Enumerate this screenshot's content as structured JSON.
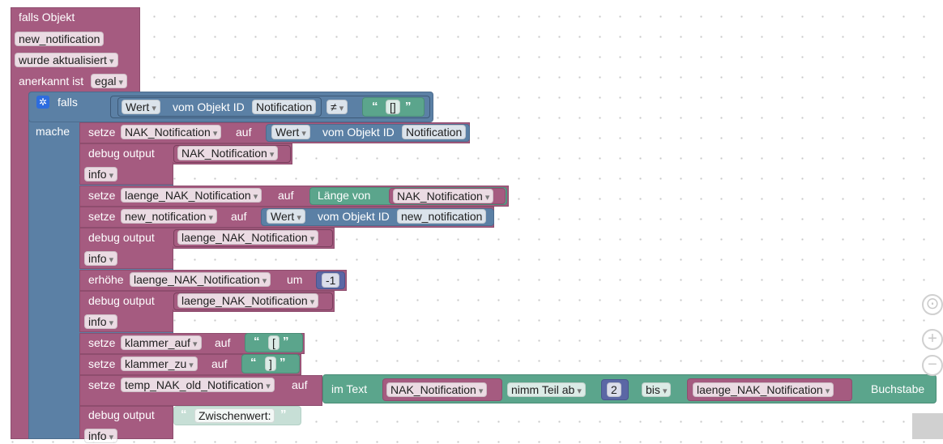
{
  "trigger": {
    "label": "falls Objekt",
    "object_id": "new_notification",
    "condition": "wurde aktualisiert",
    "ack_label": "anerkannt ist",
    "ack_value": "egal"
  },
  "if_block": {
    "label": "falls",
    "do_label": "mache",
    "cond_attr": "Wert",
    "cond_from": "vom Objekt ID",
    "cond_object": "Notification",
    "operator": "≠",
    "compare_text": "[]"
  },
  "statements": [
    {
      "keyword": "setze",
      "variable": "NAK_Notification",
      "to": "auf",
      "attr": "Wert",
      "from": "vom Objekt ID",
      "object": "Notification"
    },
    {
      "keyword": "debug output",
      "variable": "NAK_Notification",
      "level": "info"
    },
    {
      "keyword": "setze",
      "variable": "laenge_NAK_Notification",
      "to": "auf",
      "func": "Länge von",
      "arg": "NAK_Notification"
    },
    {
      "keyword": "setze",
      "variable": "new_notification",
      "to": "auf",
      "attr": "Wert",
      "from": "vom Objekt ID",
      "object": "new_notification"
    },
    {
      "keyword": "debug output",
      "variable": "laenge_NAK_Notification",
      "level": "info"
    },
    {
      "keyword": "erhöhe",
      "variable": "laenge_NAK_Notification",
      "by": "um",
      "value": "-1"
    },
    {
      "keyword": "debug output",
      "variable": "laenge_NAK_Notification",
      "level": "info"
    },
    {
      "keyword": "setze",
      "variable": "klammer_auf",
      "to": "auf",
      "text": "["
    },
    {
      "keyword": "setze",
      "variable": "klammer_zu",
      "to": "auf",
      "text": "]"
    },
    {
      "keyword": "setze",
      "variable": "temp_NAK_old_Notification",
      "to": "auf",
      "in_text": "im Text",
      "source": "NAK_Notification",
      "mode": "nimm Teil ab",
      "start": "2",
      "bis": "bis",
      "end": "laenge_NAK_Notification",
      "suffix": "Buchstabe"
    },
    {
      "keyword": "debug output",
      "text": "Zwischenwert:",
      "level": "info"
    }
  ],
  "quote_open": "“",
  "quote_close": "”",
  "controls": {
    "recenter": "⊙",
    "zoom_in": "+",
    "zoom_out": "−"
  },
  "icons": {
    "settings": "gear-icon"
  },
  "colors": {
    "event_block": "#a55b80",
    "logic_block": "#5b80a5",
    "text_block": "#5ba58c",
    "math_block": "#5b67a5"
  }
}
